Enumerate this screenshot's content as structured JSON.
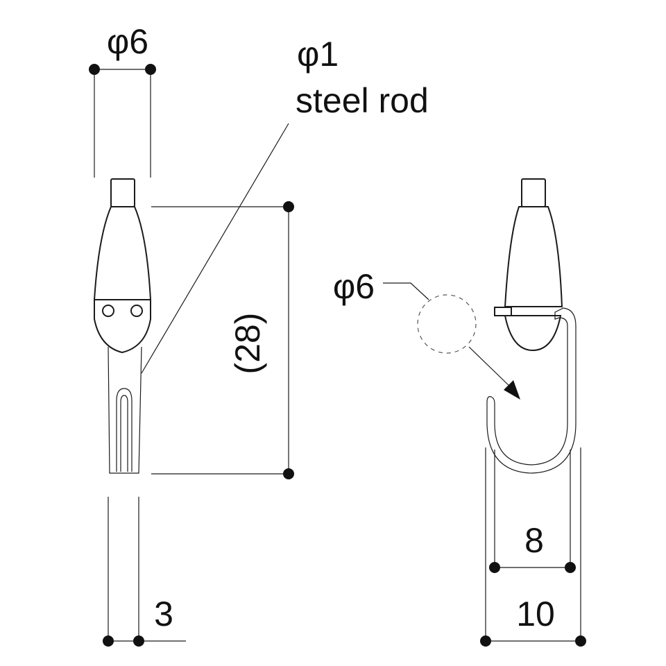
{
  "labels": {
    "top_diameter": "φ6",
    "rod_diameter": "φ1",
    "rod_material": "steel rod",
    "overall_height": "(28)",
    "hook_diameter": "φ6",
    "width_inner": "8",
    "width_outer": "10",
    "fork_width": "3"
  }
}
